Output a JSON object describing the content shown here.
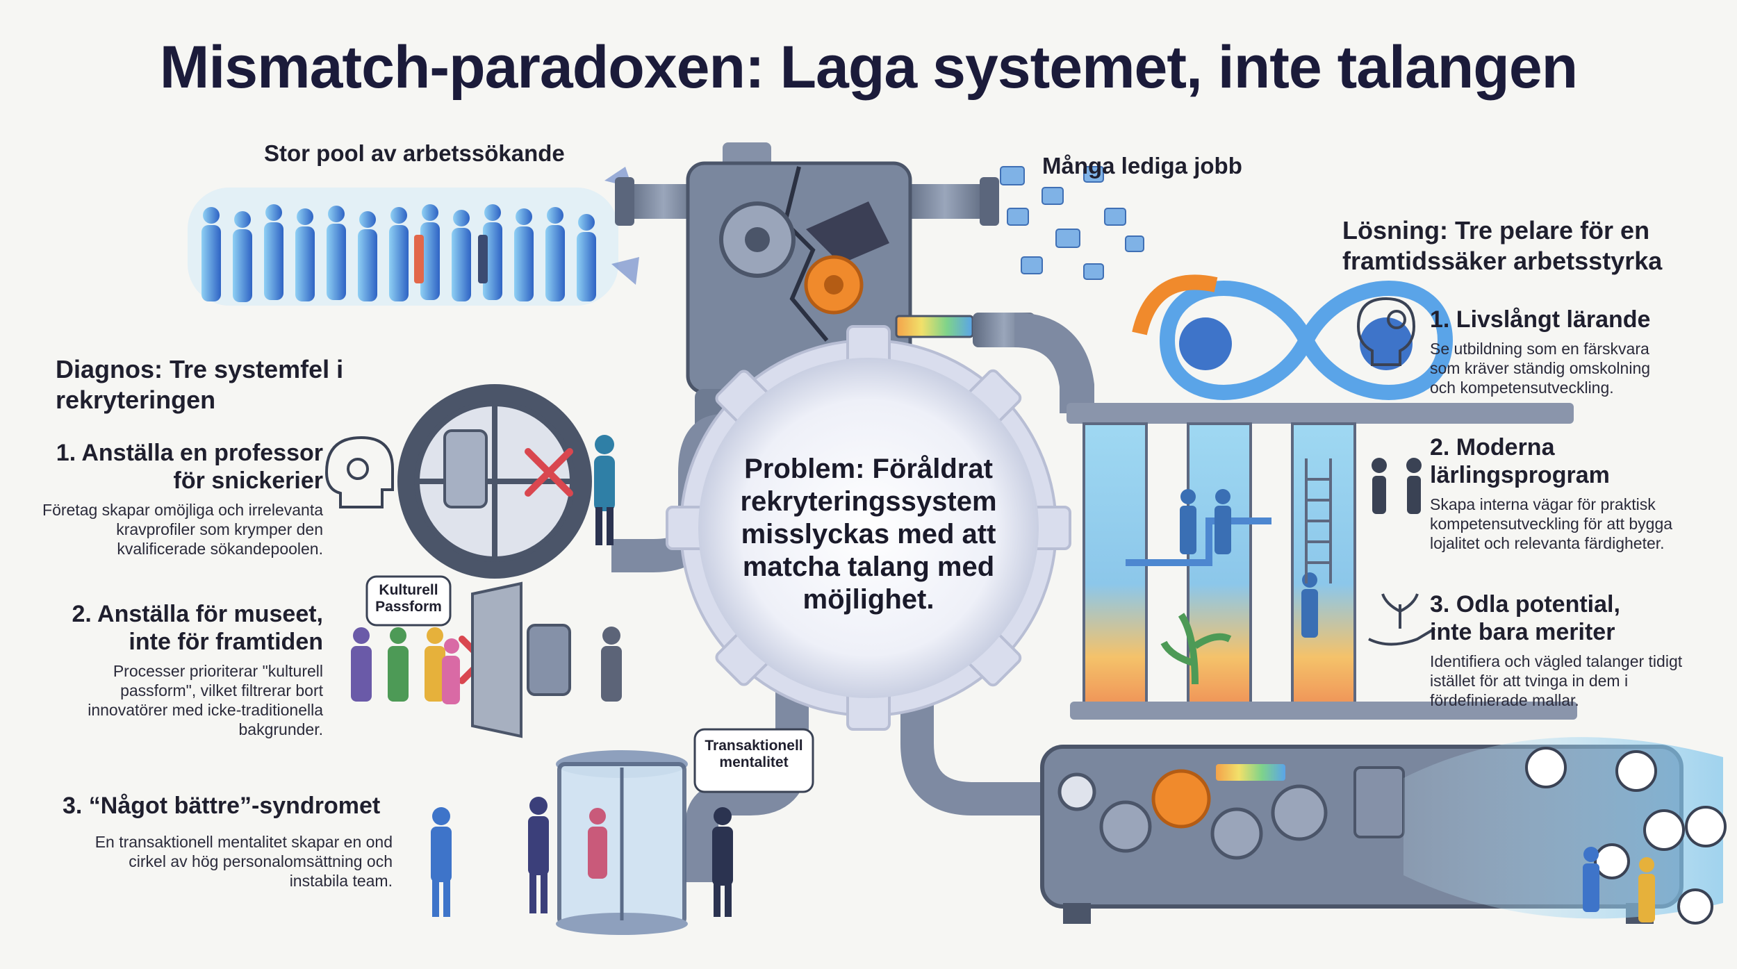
{
  "title": "Mismatch-paradoxen: Laga systemet, inte talangen",
  "top_labels": {
    "job_seekers": "Stor pool av arbetssökande",
    "open_jobs": "Många lediga jobb"
  },
  "diagnosis": {
    "heading": "Diagnos: Tre systemfel i rekryteringen",
    "items": [
      {
        "title": "1. Anställa en professor för snickerier",
        "text": "Företag skapar omöjliga och irrelevanta kravprofiler som krymper den kvalificerade sökandepoolen."
      },
      {
        "title": "2. Anställa för museet, inte för framtiden",
        "text": "Processer prioriterar \"kulturell passform\", vilket filtrerar bort innovatörer med icke-traditionella bakgrunder."
      },
      {
        "title": "3. “Något bättre”-syndromet",
        "text": "En transaktionell mentalitet skapar en ond cirkel av hög personalomsättning och instabila team."
      }
    ]
  },
  "bubbles": {
    "culture_fit": "Kulturell Passform",
    "transactional": "Transaktionell mentalitet"
  },
  "problem": "Problem: Föråldrat rekryteringssystem misslyckas med att matcha talang med möjlighet.",
  "solution": {
    "heading": "Lösning: Tre pelare för en framtidssäker arbetsstyrka",
    "items": [
      {
        "title": "1. Livslångt lärande",
        "text": "Se utbildning som en färskvara som kräver ständig omskolning och kompetensutveckling."
      },
      {
        "title": "2. Moderna lärlingsprogram",
        "text": "Skapa interna vägar för praktisk kompetensutveckling för att bygga lojalitet och relevanta färdigheter."
      },
      {
        "title": "3. Odla potential, inte bara meriter",
        "text": "Identifiera och vägled talanger tidigt istället för att tvinga in dem i fördefinierade mallar."
      }
    ]
  },
  "icons": [
    "gear-head-icon",
    "lightbulb-head-icon",
    "handshake-icon",
    "plant-hand-icon",
    "infinity-loop-icon",
    "briefcase-icon"
  ],
  "colors": {
    "title": "#1b1b3a",
    "machine": "#6f7d95",
    "accent_gear": "#f08a2c",
    "reject_x": "#d9474f",
    "pillar_glow": "#7fc6e8",
    "people_blue": "#3e74c9"
  }
}
